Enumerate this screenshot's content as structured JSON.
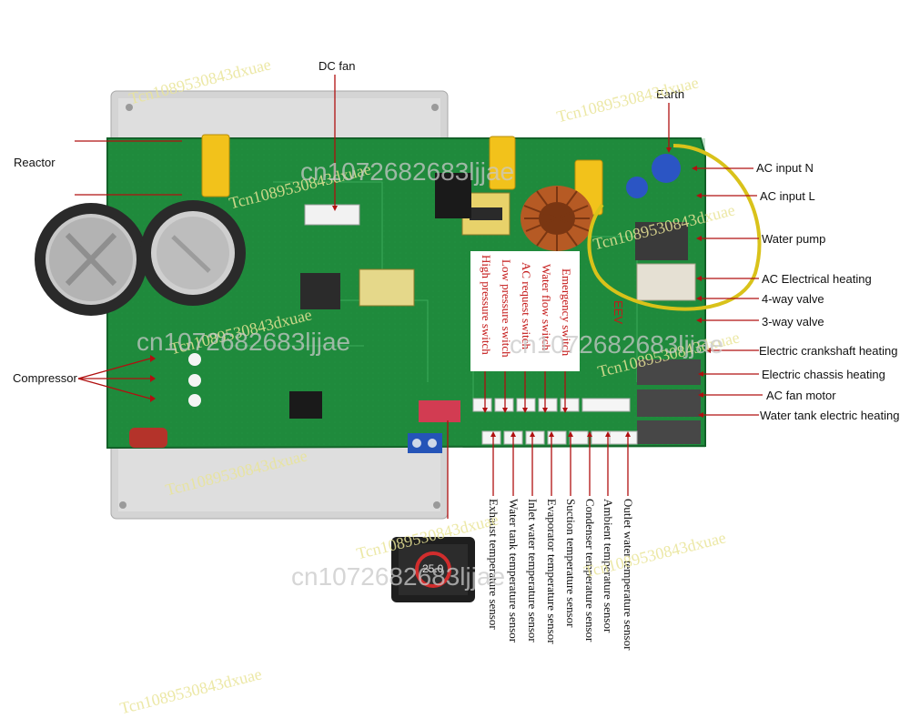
{
  "labels": {
    "dc_fan": "DC fan",
    "earth": "Earth",
    "reactor": "Reactor",
    "compressor": "Compressor",
    "ac_input_n": "AC input N",
    "ac_input_l": "AC input L",
    "water_pump": "Water pump",
    "ac_electrical_heating": "AC Electrical heating",
    "four_way_valve": "4-way valve",
    "three_way_valve": "3-way valve",
    "crankshaft_heating": "Electric crankshaft heating",
    "chassis_heating": "Electric chassis heating",
    "ac_fan_motor": "AC fan motor",
    "water_tank_heating": "Water tank electric heating"
  },
  "board_switches": [
    "High pressure switch",
    "Low pressure switch",
    "AC request switch",
    "Water flow switch",
    "Emergency switch"
  ],
  "sensors": [
    "Exhaust temperature sensor",
    "Water tank temperature sensor",
    "Inlet water temperature sensor",
    "Evaporator temperature sensor",
    "Suction temperature sensor",
    "Condenser temperature sensor",
    "Ambient temperature sensor",
    "Outlet water temperature sensor"
  ],
  "eev_label": "EEV",
  "display_value": "25.0",
  "watermarks": {
    "small": "Tcn1089530843dxuae",
    "big": "cn1072682683ljjae"
  },
  "colors": {
    "pcb_green": "#1f8a3c",
    "label_red": "#c41818",
    "leader_line": "#b01010",
    "heatsink": "#d8d8d8",
    "earth_wire": "#d9c21a"
  }
}
